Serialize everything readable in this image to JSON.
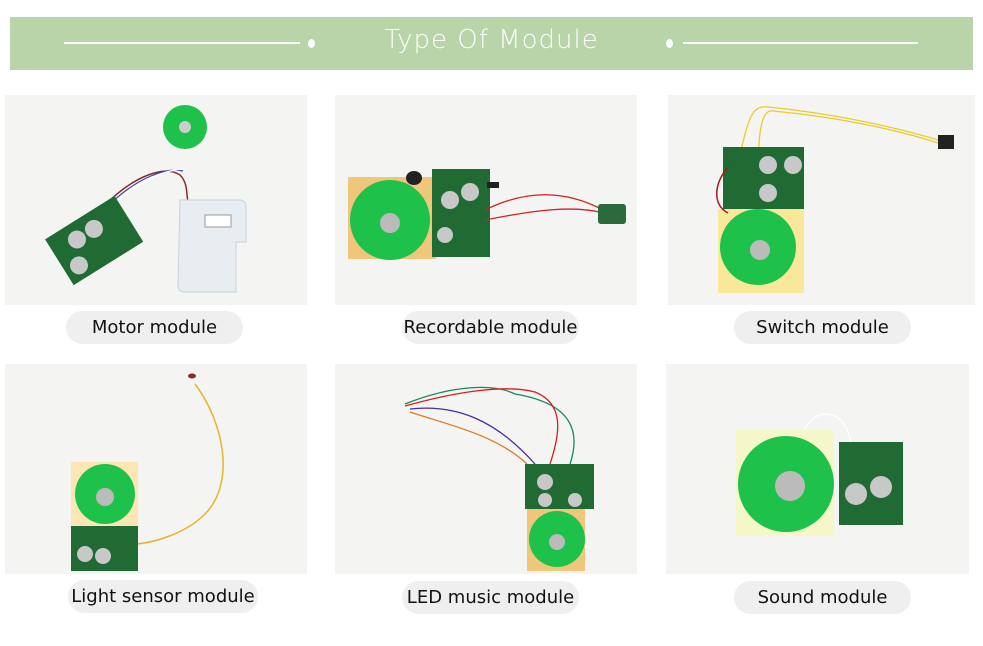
{
  "header": {
    "title": "Type Of Module"
  },
  "modules": [
    {
      "label": "Motor module"
    },
    {
      "label": "Recordable module"
    },
    {
      "label": "Switch module"
    },
    {
      "label": "Light sensor module"
    },
    {
      "label": "LED music module"
    },
    {
      "label": "Sound module"
    }
  ],
  "colors": {
    "banner": "#bad4a9",
    "pcb": "#1f6b33",
    "speaker": "#1ec24a",
    "pill": "#efefef"
  }
}
